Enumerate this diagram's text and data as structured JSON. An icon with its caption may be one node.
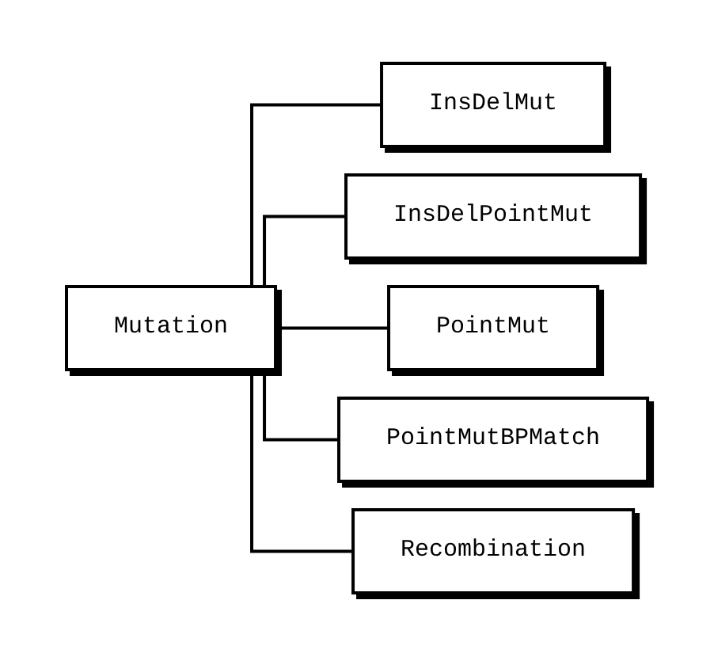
{
  "diagram": {
    "nodes": [
      {
        "text": [
          "Mutation"
        ]
      },
      {
        "text": [
          "InsDelMut"
        ]
      },
      {
        "text": [
          "InsDelPointMut"
        ]
      },
      {
        "text": [
          "PointMut"
        ]
      },
      {
        "text": [
          "PointMutBPMatch"
        ]
      },
      {
        "text": [
          "Recombination"
        ]
      }
    ],
    "edges": [
      {
        "from": 0,
        "to": 1,
        "arrow": "none"
      },
      {
        "from": 0,
        "to": 2,
        "arrow": "none"
      },
      {
        "from": 0,
        "to": 3,
        "arrow": "none"
      },
      {
        "from": 0,
        "to": 4,
        "arrow": "none"
      },
      {
        "from": 0,
        "to": 5,
        "arrow": "none"
      }
    ]
  }
}
